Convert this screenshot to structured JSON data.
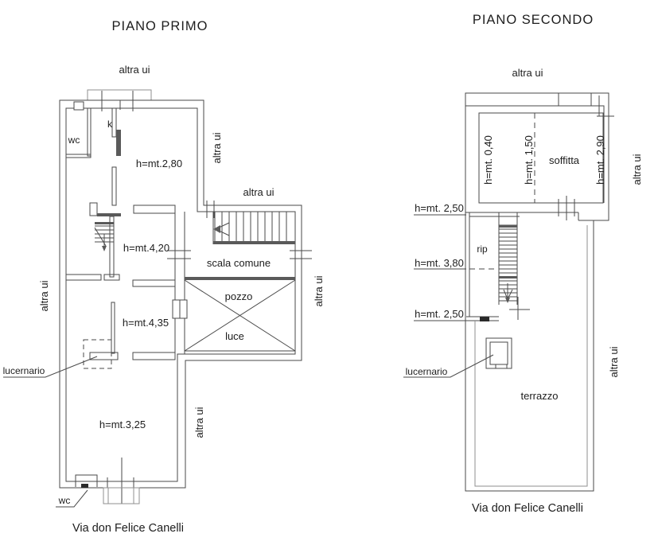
{
  "palette": {
    "background": "#ffffff",
    "line": "#4a4a4a",
    "light_line": "#8f8f8f",
    "text": "#1d1d1d"
  },
  "plans": {
    "primo": {
      "title": "PIANO PRIMO",
      "street": "Via don Felice Canelli",
      "labels": {
        "altra_ui_top": "altra ui",
        "altra_ui_right_upper": "altra ui",
        "altra_ui_above_extension": "altra ui",
        "altra_ui_left": "altra ui",
        "altra_ui_extension_right": "altra ui",
        "altra_ui_lower_right": "altra ui",
        "wc_upper": "wc",
        "kitchen": "k",
        "h_280": "h=mt.2,80",
        "h_420": "h=mt.4,20",
        "h_435": "h=mt.4,35",
        "h_325": "h=mt.3,25",
        "scala_comune": "scala comune",
        "pozzo": "pozzo",
        "luce": "luce",
        "lucernario": "lucernario",
        "wc_lower": "wc"
      }
    },
    "secondo": {
      "title": "PIANO SECONDO",
      "street": "Via don Felice Canelli",
      "labels": {
        "altra_ui_top": "altra ui",
        "altra_ui_right_upper": "altra ui",
        "altra_ui_right_lower": "altra ui",
        "h_040": "h=mt. 0,40",
        "h_150": "h=mt. 1,50",
        "h_290": "h=mt. 2,90",
        "soffitta": "soffitta",
        "h_250_upper": "h=mt. 2,50",
        "rip": "rip",
        "h_380": "h=mt. 3,80",
        "h_250_lower": "h=mt. 2,50",
        "lucernario": "lucernario",
        "terrazzo": "terrazzo"
      }
    }
  }
}
